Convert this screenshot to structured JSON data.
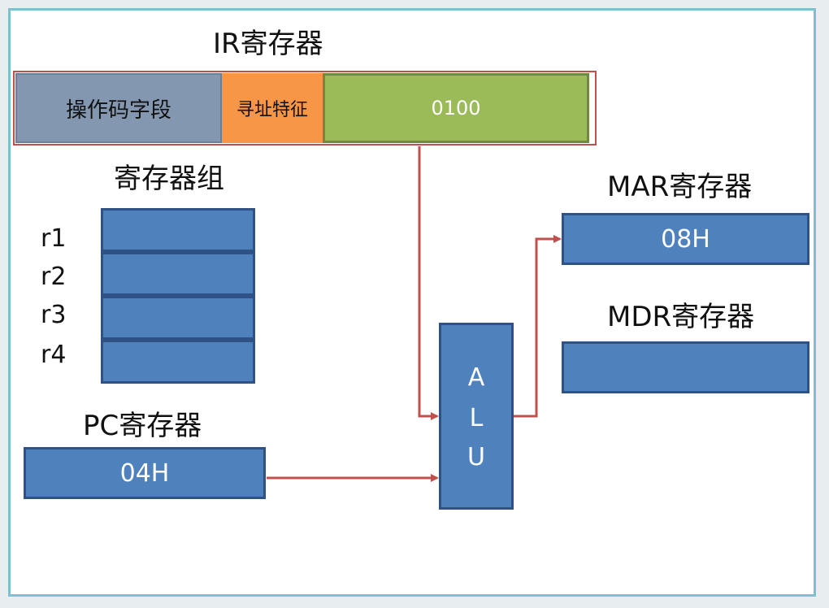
{
  "ir": {
    "title": "IR寄存器",
    "opcode_field": "操作码字段",
    "addressing_field": "寻址特征",
    "value": "0100"
  },
  "register_group": {
    "title": "寄存器组",
    "registers": [
      {
        "label": "r1"
      },
      {
        "label": "r2"
      },
      {
        "label": "r3"
      },
      {
        "label": "r4"
      }
    ]
  },
  "pc": {
    "title": "PC寄存器",
    "value": "04H"
  },
  "alu": {
    "letters": [
      "A",
      "L",
      "U"
    ]
  },
  "mar": {
    "title": "MAR寄存器",
    "value": "08H"
  },
  "mdr": {
    "title": "MDR寄存器",
    "value": ""
  },
  "colors": {
    "register_fill": "#4f81bd",
    "register_border": "#2e5286",
    "opcode_fill": "#8497b0",
    "addressing_fill": "#f79646",
    "value_fill": "#9bbb59",
    "arrow": "#c0504d",
    "frame": "#7fbfcf"
  }
}
